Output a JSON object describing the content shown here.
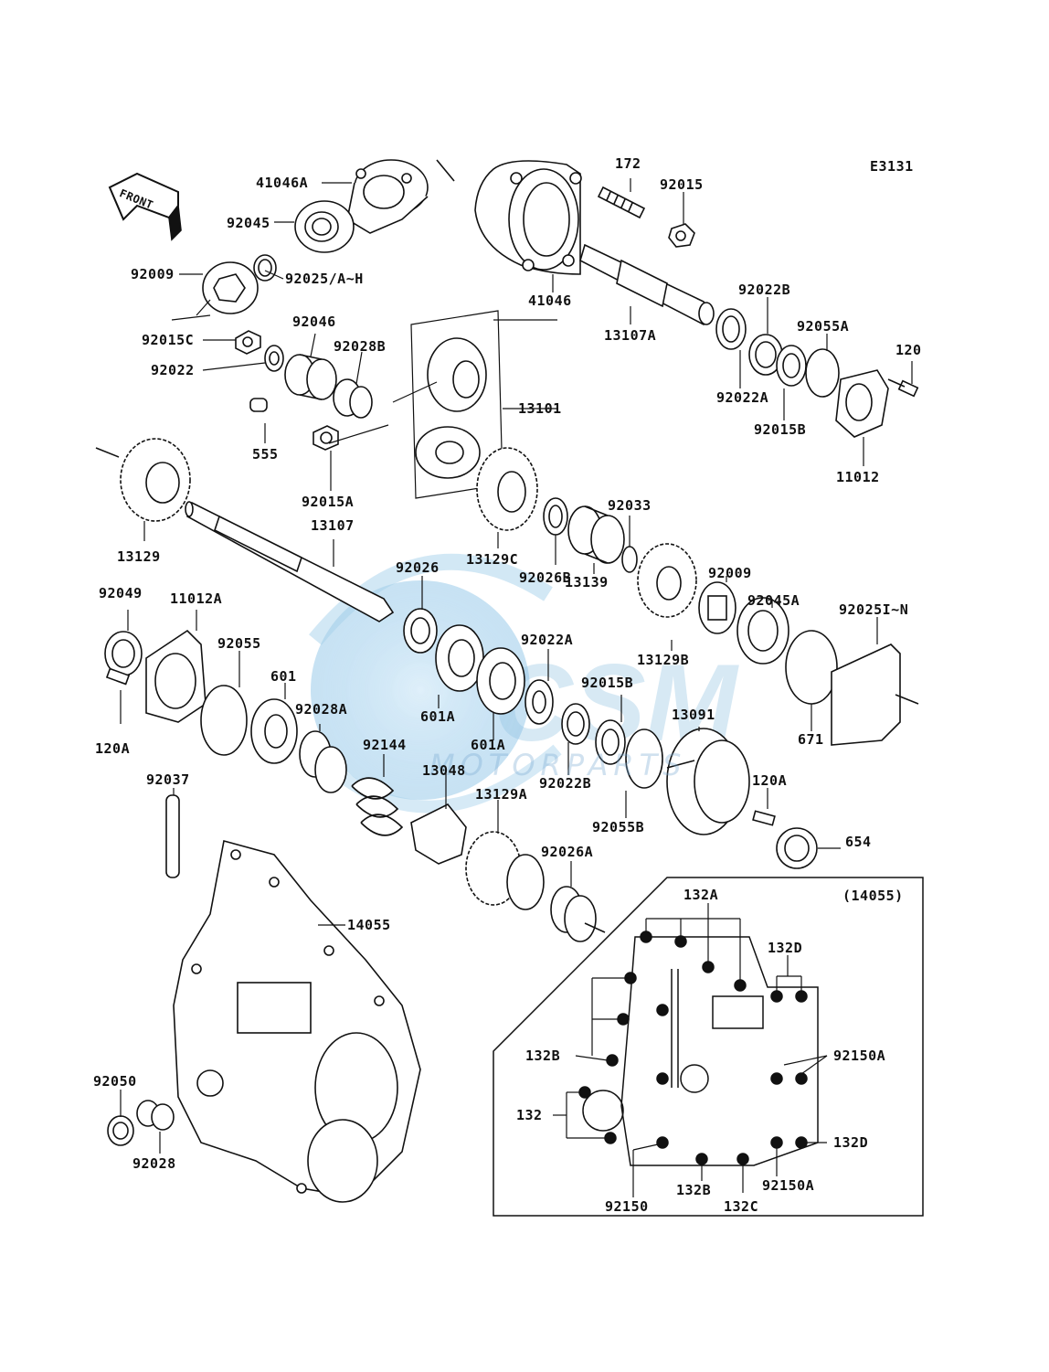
{
  "diagram_code": "E3131",
  "front_arrow_label": "FRONT",
  "watermark": {
    "text": "MOTORPARTS",
    "colors": {
      "globe": "#4ea3da",
      "orbit": "#9ccbe8"
    }
  },
  "inset_label": "(14055)",
  "parts": {
    "p41046A": "41046A",
    "p92045": "92045",
    "p92009_top": "92009",
    "p92025AH": "92025/A~H",
    "p92015C": "92015C",
    "p92046": "92046",
    "p92028B": "92028B",
    "p92022": "92022",
    "p555": "555",
    "p92015A": "92015A",
    "p13101": "13101",
    "p41046": "41046",
    "p172": "172",
    "p92015": "92015",
    "p13107A": "13107A",
    "p92022B_top": "92022B",
    "p92055A": "92055A",
    "p120": "120",
    "p92022A_top": "92022A",
    "p92015B_top": "92015B",
    "p11012": "11012",
    "p13129": "13129",
    "p13107": "13107",
    "p13129C": "13129C",
    "p92026B": "92026B",
    "p92033": "92033",
    "p13139": "13139",
    "p92026": "92026",
    "p92009_mid": "92009",
    "p92045A": "92045A",
    "p92025IN": "92025I~N",
    "p92049": "92049",
    "p11012A": "11012A",
    "p92055": "92055",
    "p601": "601",
    "p92028A": "92028A",
    "p601A_1": "601A",
    "p601A_2": "601A",
    "p92022A_mid": "92022A",
    "p92015B_mid": "92015B",
    "p13129B": "13129B",
    "p13091": "13091",
    "p671": "671",
    "p120A_left": "120A",
    "p92144": "92144",
    "p13048": "13048",
    "p92022B_mid": "92022B",
    "p92055B": "92055B",
    "p120A_right": "120A",
    "p654": "654",
    "p13129A": "13129A",
    "p92026A": "92026A",
    "p92037": "92037",
    "p14055": "14055",
    "p92050": "92050",
    "p92028": "92028"
  },
  "inset_parts": {
    "p132A": "132A",
    "p132D_top": "132D",
    "p132B_left": "132B",
    "p92150A_top": "92150A",
    "p132": "132",
    "p132D_right": "132D",
    "p132B_bottom": "132B",
    "p92150A_bottom": "92150A",
    "p92150": "92150",
    "p132C": "132C"
  }
}
